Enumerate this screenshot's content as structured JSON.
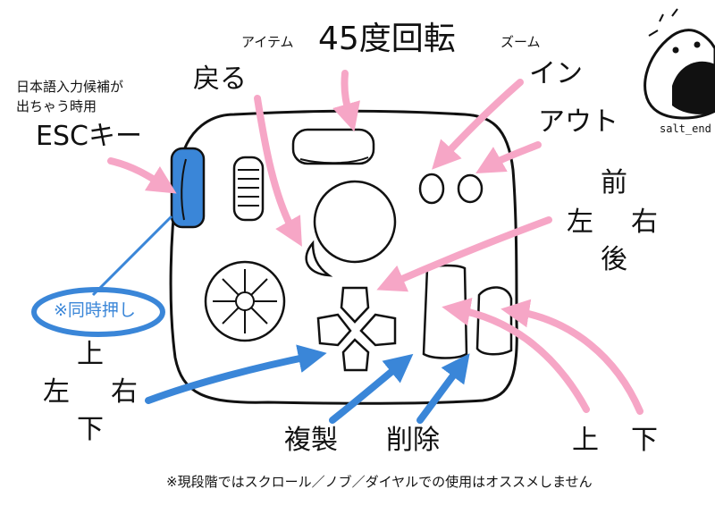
{
  "labels": {
    "item_small": "アイテム",
    "rotate_45": "45度回転",
    "zoom_small": "ズーム",
    "zoom_in": "イン",
    "zoom_out": "アウト",
    "back": "戻る",
    "ime_line1": "日本語入力候補が",
    "ime_line2": "出ちゃう時用",
    "esc_key": "ESCキー",
    "simultaneous": "※同時押し",
    "forward": "前",
    "left": "左",
    "right": "右",
    "backward": "後",
    "up": "上",
    "down": "下",
    "duplicate": "複製",
    "delete": "削除",
    "footnote": "※現段階ではスクロール／ノブ／ダイヤルでの使用はオススメしません",
    "signature": "salt_end"
  },
  "colors": {
    "pink": "#f6a6c6",
    "blue": "#3a86d8",
    "outline": "#111111"
  }
}
